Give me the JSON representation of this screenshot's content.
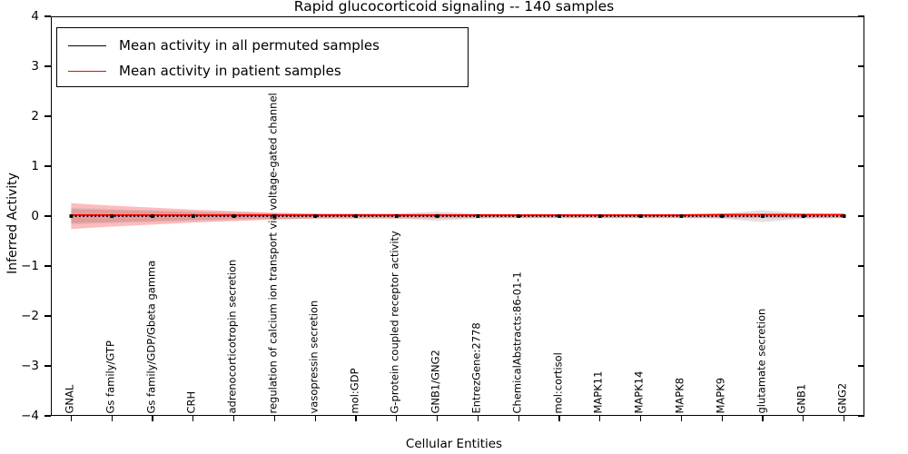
{
  "chart_data": {
    "type": "line",
    "title": "Rapid glucocorticoid signaling -- 140 samples",
    "xlabel": "Cellular Entities",
    "ylabel": "Inferred Activity",
    "ylim": [
      -4,
      4
    ],
    "yticks": [
      4,
      3,
      2,
      1,
      0,
      -1,
      -2,
      -3,
      -4
    ],
    "ytick_labels": [
      "4",
      "3",
      "2",
      "1",
      "0",
      "−1",
      "−2",
      "−3",
      "−4"
    ],
    "grid": false,
    "legend_position": "upper left",
    "categories": [
      "GNAL",
      "Gs family/GTP",
      "Gs family/GDP/Gbeta gamma",
      "CRH",
      "adrenocorticotropin secretion",
      "regulation of calcium ion transport via voltage-gated channel",
      "vasopressin secretion",
      "mol:GDP",
      "G-protein coupled receptor activity",
      "GNB1/GNG2",
      "EntrezGene:2778",
      "ChemicalAbstracts:86-01-1",
      "mol:cortisol",
      "MAPK11",
      "MAPK14",
      "MAPK8",
      "MAPK9",
      "glutamate secretion",
      "GNB1",
      "GNG2"
    ],
    "series": [
      {
        "name": "Mean activity in all permuted samples",
        "color": "#000000",
        "style": "dotted-marker",
        "values": [
          0.0,
          0.0,
          0.0,
          0.0,
          0.0,
          0.0,
          0.0,
          0.0,
          0.0,
          0.0,
          0.0,
          0.0,
          0.0,
          0.0,
          0.0,
          0.0,
          0.0,
          0.0,
          0.0,
          0.0
        ],
        "band_color": "#b0b0b0",
        "band_upper": [
          0.17,
          0.14,
          0.12,
          0.1,
          0.08,
          0.06,
          0.05,
          0.05,
          0.05,
          0.09,
          0.05,
          0.04,
          0.04,
          0.04,
          0.04,
          0.04,
          0.05,
          0.12,
          0.05,
          0.04
        ],
        "band_lower": [
          -0.17,
          -0.14,
          -0.12,
          -0.1,
          -0.08,
          -0.06,
          -0.05,
          -0.05,
          -0.05,
          -0.09,
          -0.05,
          -0.04,
          -0.04,
          -0.04,
          -0.04,
          -0.04,
          -0.05,
          -0.12,
          -0.05,
          -0.04
        ]
      },
      {
        "name": "Mean activity in patient samples",
        "color": "#ff0000",
        "style": "solid",
        "values": [
          0.02,
          0.02,
          0.02,
          0.02,
          0.02,
          0.02,
          0.02,
          0.02,
          0.02,
          0.02,
          0.02,
          0.02,
          0.02,
          0.02,
          0.02,
          0.02,
          0.03,
          0.03,
          0.03,
          0.03
        ],
        "band_color": "#ff6a6a",
        "band_upper": [
          0.26,
          0.21,
          0.17,
          0.13,
          0.1,
          0.07,
          0.05,
          0.05,
          0.05,
          0.05,
          0.04,
          0.04,
          0.04,
          0.04,
          0.04,
          0.04,
          0.04,
          0.04,
          0.04,
          0.04
        ],
        "band_lower": [
          -0.26,
          -0.21,
          -0.17,
          -0.13,
          -0.1,
          -0.07,
          -0.05,
          -0.05,
          -0.05,
          -0.05,
          -0.04,
          -0.04,
          -0.04,
          -0.04,
          -0.04,
          -0.04,
          -0.04,
          -0.04,
          -0.04,
          -0.04
        ],
        "band2_upper": [
          0.14,
          0.12,
          0.1,
          0.08,
          0.06,
          0.05,
          0.04,
          0.03,
          0.03,
          0.03,
          0.03,
          0.03,
          0.03,
          0.03,
          0.03,
          0.03,
          0.03,
          0.03,
          0.03,
          0.03
        ],
        "band2_lower": [
          -0.14,
          -0.12,
          -0.1,
          -0.08,
          -0.06,
          -0.05,
          -0.04,
          -0.03,
          -0.03,
          -0.03,
          -0.03,
          -0.03,
          -0.03,
          -0.03,
          -0.03,
          -0.03,
          -0.03,
          -0.03,
          -0.03,
          -0.03
        ]
      }
    ]
  },
  "legend": {
    "items": [
      {
        "label": "Mean activity in all permuted samples",
        "color": "#000000"
      },
      {
        "label": "Mean activity in patient samples",
        "color": "#ff0000"
      }
    ]
  }
}
